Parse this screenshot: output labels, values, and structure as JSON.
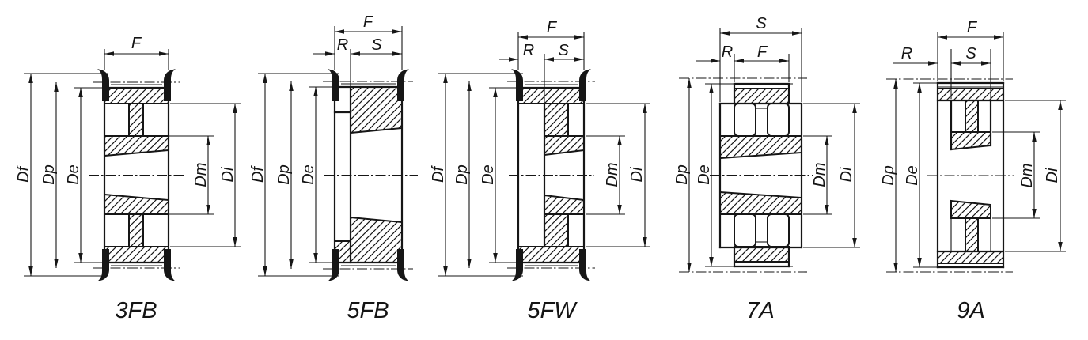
{
  "drawing": {
    "background_color": "#ffffff",
    "line_color": "#161616",
    "description_labels_only": true
  },
  "figures": [
    {
      "caption": "3FB",
      "flanged": true,
      "dims": {
        "F": "F",
        "Df": "Df",
        "Dp": "Dp",
        "De": "De",
        "Dm": "Dm",
        "Di": "Di"
      }
    },
    {
      "caption": "5FB",
      "flanged": true,
      "dims": {
        "F": "F",
        "R": "R",
        "S": "S",
        "Df": "Df",
        "Dp": "Dp",
        "De": "De"
      }
    },
    {
      "caption": "5FW",
      "flanged": true,
      "dims": {
        "F": "F",
        "R": "R",
        "S": "S",
        "Df": "Df",
        "Dp": "Dp",
        "De": "De",
        "Dm": "Dm",
        "Di": "Di"
      }
    },
    {
      "caption": "7A",
      "flanged": false,
      "dims": {
        "S": "S",
        "R": "R",
        "F": "F",
        "Dp": "Dp",
        "De": "De",
        "Dm": "Dm",
        "Di": "Di"
      }
    },
    {
      "caption": "9A",
      "flanged": false,
      "dims": {
        "F": "F",
        "R": "R",
        "S": "S",
        "Dp": "Dp",
        "De": "De",
        "Dm": "Dm",
        "Di": "Di"
      }
    }
  ]
}
